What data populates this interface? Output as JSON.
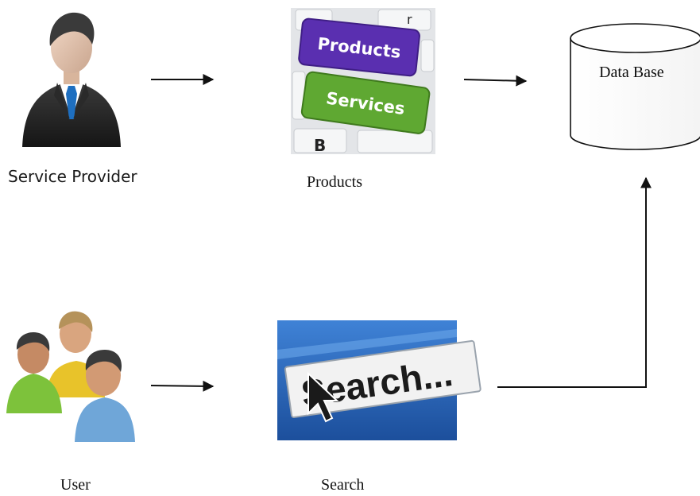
{
  "labels": {
    "service_provider": "Service Provider",
    "products": "Products",
    "database": "Data Base",
    "user": "User",
    "search": "Search"
  },
  "images": {
    "products_key_1": "Products",
    "products_key_2": "Services",
    "search_banner": "Search..."
  },
  "colors": {
    "products_key": "#5a2fb0",
    "services_key": "#5fa832",
    "search_bg": "#2a66b8",
    "line": "#111111"
  }
}
